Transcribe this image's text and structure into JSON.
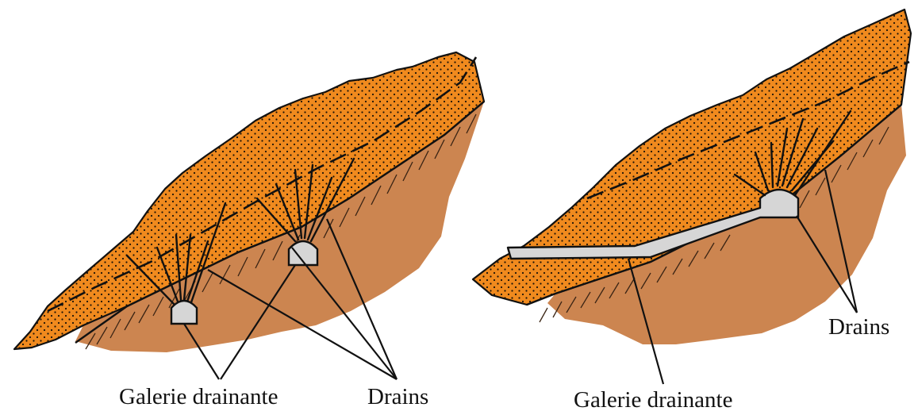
{
  "colors": {
    "soil_upper": "#f08a1e",
    "bedrock": "#cc8550",
    "gallery_fill": "#d6d6d6",
    "outline": "#111111"
  },
  "labels": {
    "left_gallery": "Galerie drainante",
    "left_drains": "Drains",
    "right_gallery": "Galerie drainante",
    "right_drains": "Drains"
  }
}
